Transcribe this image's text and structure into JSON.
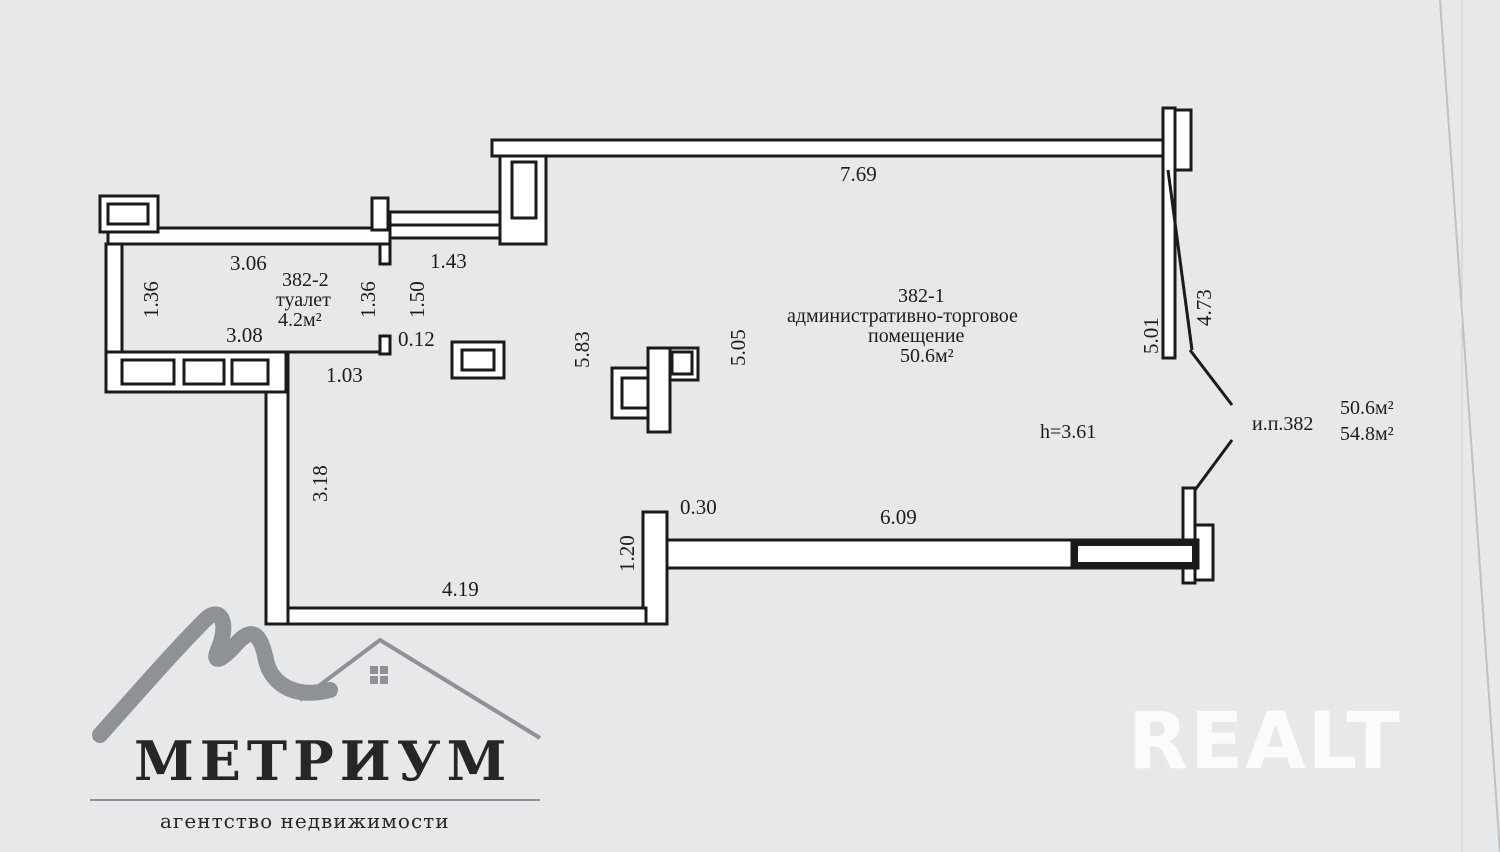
{
  "dimensions": {
    "top_wall": "7.69",
    "toilet_top": "3.06",
    "toilet_bottom": "3.08",
    "toilet_left_h": "1.36",
    "toilet_right_h": "1.36",
    "corridor_top": "1.43",
    "corridor_h": "1.50",
    "small_offset": "0.12",
    "step_width": "1.03",
    "left_wall_h": "3.18",
    "bottom_wall": "4.19",
    "pier_height": "1.20",
    "pier_width": "0.30",
    "bottom_right_wall": "6.09",
    "room_height_left": "5.83",
    "room_height_center": "5.05",
    "room_height_right": "5.01",
    "right_wall_h": "4.73"
  },
  "rooms": {
    "main": {
      "number": "382-1",
      "name_line1": "административно-торговое",
      "name_line2": "помещение",
      "area": "50.6м²"
    },
    "toilet": {
      "number": "382-2",
      "name": "туалет",
      "area": "4.2м²"
    }
  },
  "ceiling_height": "h=3.61",
  "premises": {
    "label": "и.п.382",
    "area_main": "50.6м²",
    "area_total": "54.8м²"
  },
  "logo": {
    "brand": "МЕТРИУМ",
    "tagline": "агентство недвижимости"
  },
  "watermark": "REALT"
}
